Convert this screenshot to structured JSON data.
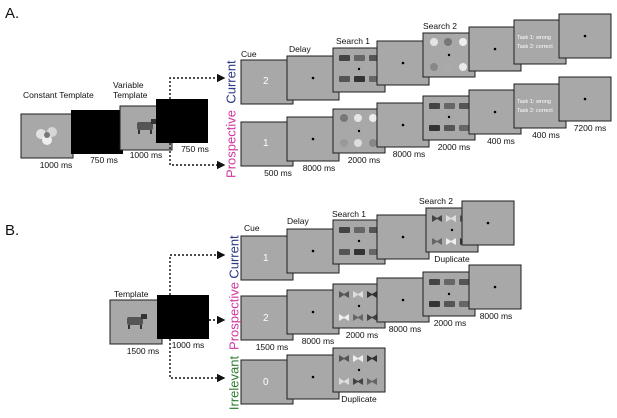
{
  "colors": {
    "screen_fill": "#a8a8a8",
    "screen_border": "#1e1e1e",
    "current": "#2b3a8a",
    "prospective": "#d0359f",
    "irrelevant": "#2f7d32",
    "arrow": "#111111"
  },
  "panelA": {
    "letter": "A.",
    "constant_template_label": "Constant Template",
    "variable_template_label": "Variable Template",
    "constant_template_duration": "1000 ms",
    "fix1_duration": "750 ms",
    "variable_template_duration": "1000 ms",
    "fix2_duration": "750 ms",
    "current": {
      "row_label": "Current",
      "headings": {
        "cue": "Cue",
        "delay": "Delay",
        "search1": "Search 1",
        "search2": "Search 2"
      },
      "cue_number": "2",
      "feedback_line1": "Task 1: wrong",
      "feedback_line2": "Task 2: correct"
    },
    "prospective": {
      "row_label": "Prospective",
      "cue_number": "1",
      "feedback_line1": "Task 1: wrong",
      "feedback_line2": "Task 2: correct",
      "durations": [
        "500 ms",
        "8000 ms",
        "2000 ms",
        "8000 ms",
        "2000 ms",
        "400 ms",
        "400 ms",
        "7200 ms"
      ]
    }
  },
  "panelB": {
    "letter": "B.",
    "template_label": "Template",
    "template_duration": "1500 ms",
    "fix_duration": "1000 ms",
    "current": {
      "row_label": "Current",
      "headings": {
        "cue": "Cue",
        "delay": "Delay",
        "search1": "Search 1",
        "search2": "Search 2"
      },
      "cue_number": "1",
      "duplicate_label": "Duplicate"
    },
    "prospective": {
      "row_label": "Prospective",
      "cue_number": "2",
      "durations": [
        "1500 ms",
        "8000 ms",
        "2000 ms",
        "8000 ms",
        "2000 ms",
        "8000 ms"
      ]
    },
    "irrelevant": {
      "row_label": "Irrelevant",
      "cue_number": "0",
      "duplicate_label": "Duplicate"
    }
  }
}
